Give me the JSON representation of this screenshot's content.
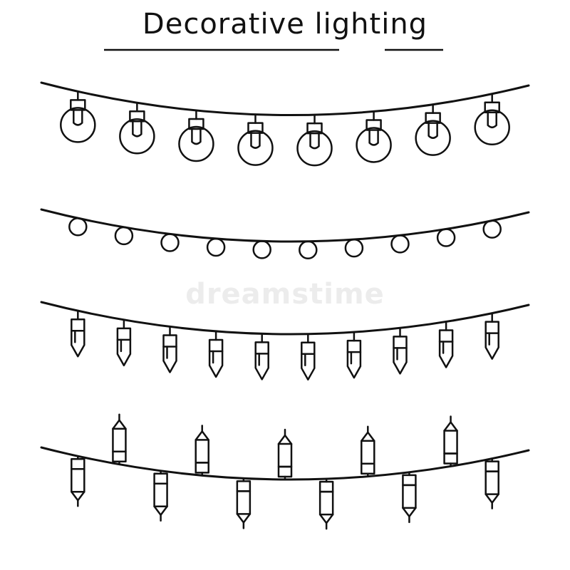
{
  "title": "Decorative lighting",
  "watermark": "dreamstime",
  "colors": {
    "stroke": "#111111",
    "background": "#ffffff",
    "watermark": "#ececec"
  },
  "rows": [
    {
      "style": "round-bulb",
      "count": 8
    },
    {
      "style": "ball",
      "count": 10
    },
    {
      "style": "cone-bulb",
      "count": 10
    },
    {
      "style": "tube-bulb-alternating",
      "count": 11
    }
  ]
}
